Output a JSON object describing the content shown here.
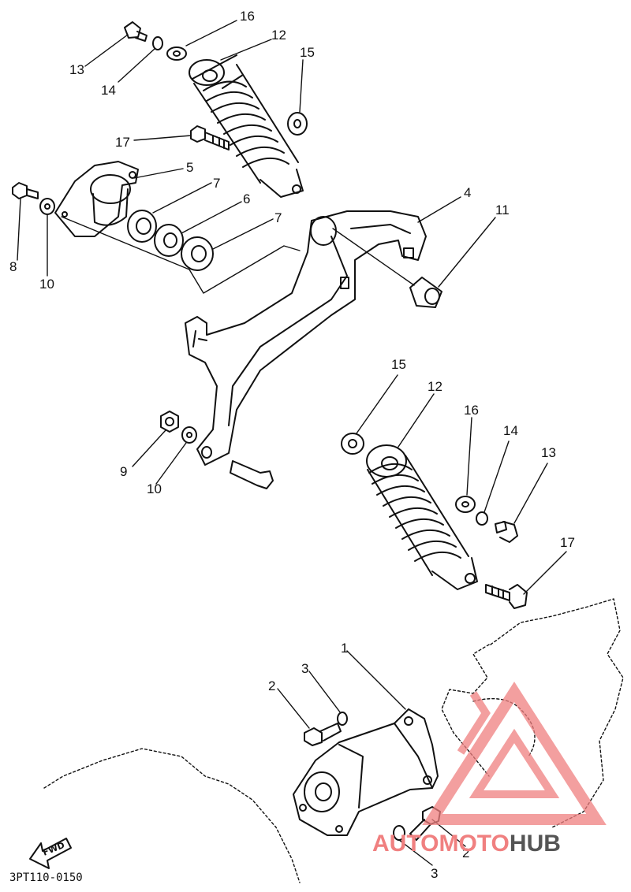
{
  "diagram": {
    "callouts": [
      {
        "id": "c13a",
        "label": "13"
      },
      {
        "id": "c14a",
        "label": "14"
      },
      {
        "id": "c16a",
        "label": "16"
      },
      {
        "id": "c12a",
        "label": "12"
      },
      {
        "id": "c15a",
        "label": "15"
      },
      {
        "id": "c17a",
        "label": "17"
      },
      {
        "id": "c5",
        "label": "5"
      },
      {
        "id": "c7a",
        "label": "7"
      },
      {
        "id": "c6",
        "label": "6"
      },
      {
        "id": "c7b",
        "label": "7"
      },
      {
        "id": "c4",
        "label": "4"
      },
      {
        "id": "c11",
        "label": "11"
      },
      {
        "id": "c8",
        "label": "8"
      },
      {
        "id": "c10a",
        "label": "10"
      },
      {
        "id": "c15b",
        "label": "15"
      },
      {
        "id": "c12b",
        "label": "12"
      },
      {
        "id": "c16b",
        "label": "16"
      },
      {
        "id": "c14b",
        "label": "14"
      },
      {
        "id": "c13b",
        "label": "13"
      },
      {
        "id": "c9",
        "label": "9"
      },
      {
        "id": "c10b",
        "label": "10"
      },
      {
        "id": "c17b",
        "label": "17"
      },
      {
        "id": "c1",
        "label": "1"
      },
      {
        "id": "c3a",
        "label": "3"
      },
      {
        "id": "c2a",
        "label": "2"
      },
      {
        "id": "c2b",
        "label": "2"
      },
      {
        "id": "c3b",
        "label": "3"
      }
    ],
    "fwd_label": "FWD",
    "drawing_code": "3PT110-0150"
  },
  "watermark": {
    "part1": "AUTOMOTO",
    "part2": "HUB",
    "color_primary": "#f08080",
    "color_secondary": "#555555"
  }
}
